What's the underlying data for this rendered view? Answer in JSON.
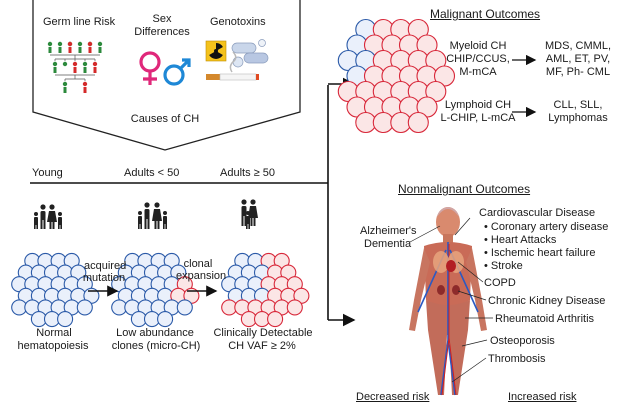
{
  "causes": {
    "germline": "Germ line Risk",
    "sex_line1": "Sex",
    "sex_line2": "Differences",
    "genotoxins": "Genotoxins",
    "title": "Causes of CH"
  },
  "ages": {
    "young": "Young",
    "under50": "Adults < 50",
    "over50": "Adults ≥ 50"
  },
  "progression": {
    "acquired_line1": "acquired",
    "acquired_line2": "mutation",
    "clonal_line1": "clonal",
    "clonal_line2": "expansion",
    "normal_line1": "Normal",
    "normal_line2": "hematopoiesis",
    "low_line1": "Low abundance",
    "low_line2": "clones (micro-CH)",
    "clinical_line1": "Clinically Detectable",
    "clinical_line2": "CH VAF ≥ 2%"
  },
  "malignant": {
    "title": "Malignant Outcomes",
    "myeloid": [
      "Myeloid CH",
      "CHIP/CCUS,",
      "M-mCA"
    ],
    "myeloid_out": [
      "MDS, CMML,",
      "AML, ET, PV,",
      "MF, Ph- CML"
    ],
    "lymphoid": [
      "Lymphoid CH",
      "L-CHIP, L-mCA"
    ],
    "lymphoid_out": [
      "CLL, SLL,",
      "Lymphomas"
    ]
  },
  "nonmalignant": {
    "title": "Nonmalignant Outcomes",
    "alz_line1": "Alzheimer's",
    "alz_line2": "Dementia",
    "cvd_title": "Cardiovascular Disease",
    "cvd_items": [
      "Coronary artery disease",
      "Heart Attacks",
      "Ischemic heart failure",
      "Stroke"
    ],
    "copd": "COPD",
    "ckd": "Chronic Kidney Disease",
    "ra": "Rheumatoid Arthritis",
    "osteo": "Osteoporosis",
    "thromb": "Thrombosis",
    "decreased": "Decreased risk",
    "increased": "Increased risk"
  },
  "colors": {
    "blue_cell": "#2b5aa8",
    "red_cell": "#d8283a",
    "female": "#e0287a",
    "male": "#1e88d6"
  }
}
